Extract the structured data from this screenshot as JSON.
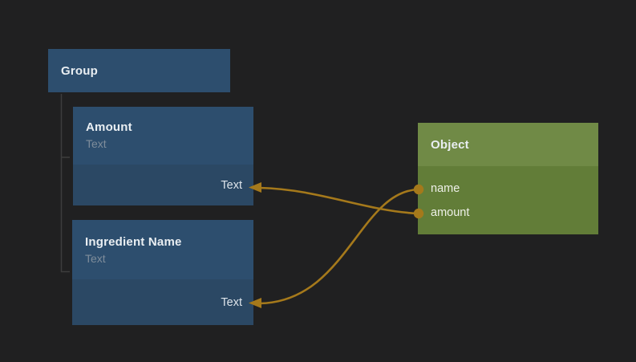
{
  "app": {
    "type": "node-flow-editor",
    "background": "#202021"
  },
  "palette": {
    "blue_node_header": "#2d4e6e",
    "blue_node_port_section": "#2b4864",
    "green_node_header": "#708a46",
    "green_node_body": "#627d38",
    "wire_color": "#a5791b",
    "tree_line_color": "#3d3d3d",
    "title_text": "#e9eef2",
    "subtitle_text": "#7f8d9b"
  },
  "nodes": {
    "group": {
      "title": "Group"
    },
    "amount": {
      "title": "Amount",
      "subtitle": "Text",
      "input_label": "Text"
    },
    "ingredient_name": {
      "title": "Ingredient Name",
      "subtitle": "Text",
      "input_label": "Text"
    },
    "object": {
      "title": "Object",
      "outputs": [
        {
          "label": "name"
        },
        {
          "label": "amount"
        }
      ]
    }
  },
  "connections": [
    {
      "from": "Object.name",
      "to": "Ingredient Name.Text"
    },
    {
      "from": "Object.amount",
      "to": "Amount.Text"
    }
  ],
  "hierarchy": {
    "parent": "Group",
    "children": [
      "Amount",
      "Ingredient Name"
    ]
  }
}
